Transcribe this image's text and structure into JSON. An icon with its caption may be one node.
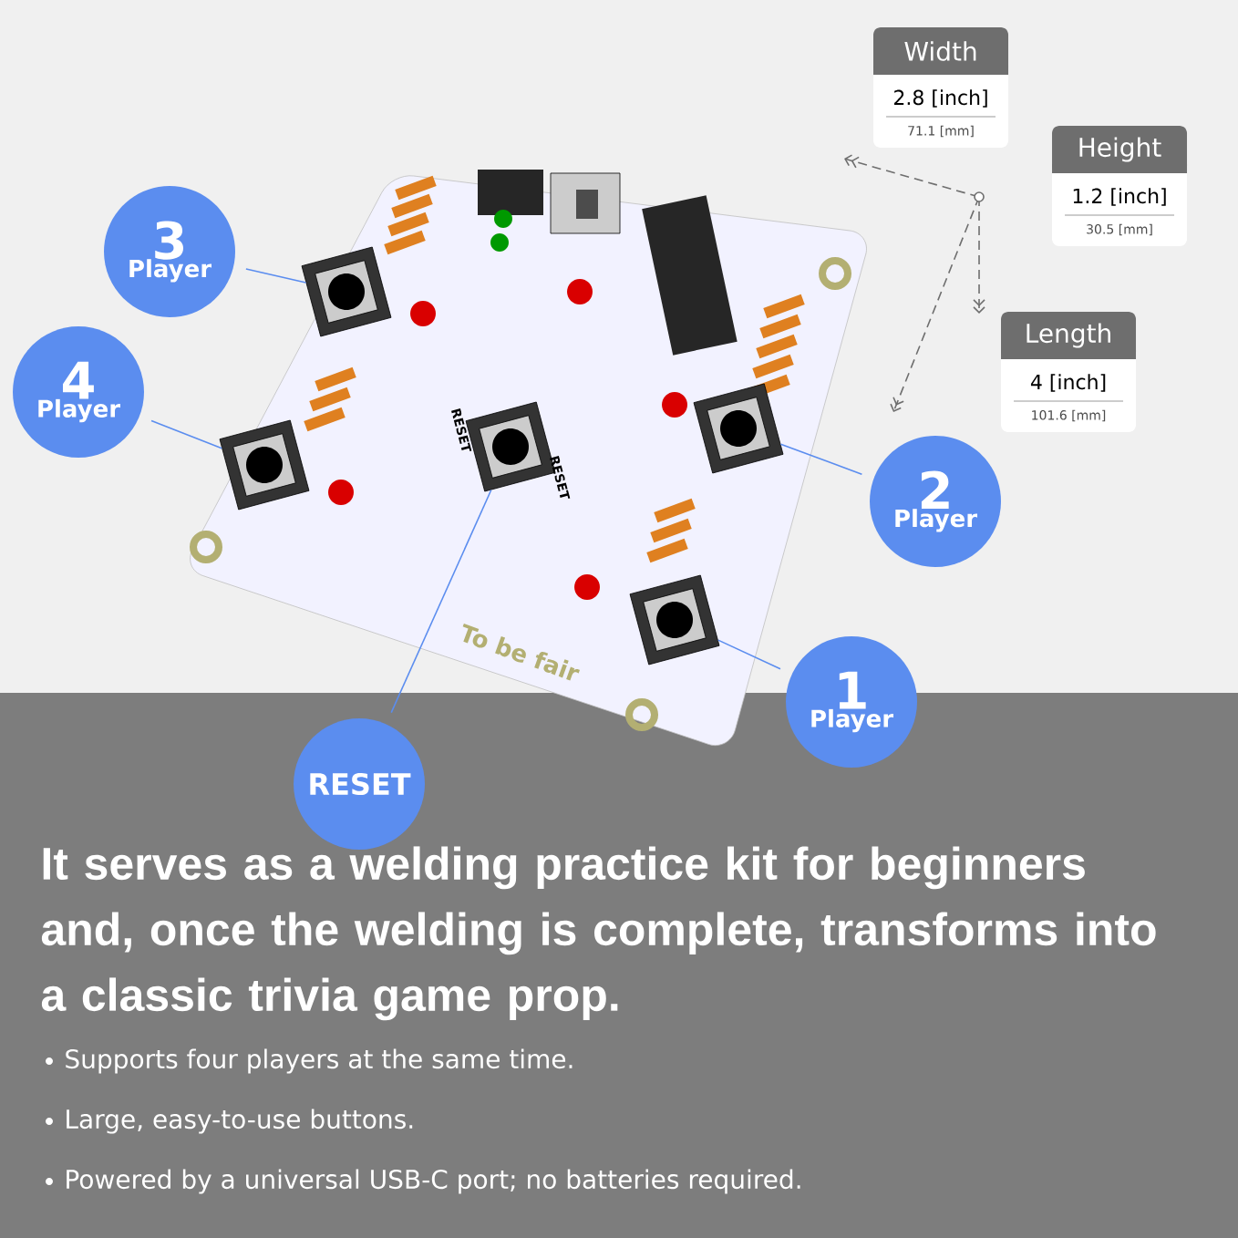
{
  "diagram": {
    "nodes": [
      {
        "text": [
          "Width",
          "2.8 [inch]",
          "71.1 [mm]"
        ]
      },
      {
        "text": [
          "Height",
          "1.2 [inch]",
          "30.5 [mm]"
        ]
      },
      {
        "text": [
          "Length",
          "4 [inch]",
          "101.6 [mm]"
        ]
      },
      {
        "text": [
          "3",
          "Player"
        ]
      },
      {
        "text": [
          "4",
          "Player"
        ]
      },
      {
        "text": [
          "2",
          "Player"
        ]
      },
      {
        "text": [
          "1",
          "Player"
        ]
      },
      {
        "text": [
          "RESET"
        ]
      },
      {
        "text": [],
        "shape": "picture"
      },
      {
        "text": [],
        "shape": "box",
        "in": 8
      },
      {
        "text": [],
        "shape": "box",
        "in": 8
      },
      {
        "text": [],
        "shape": "box",
        "in": 8
      },
      {
        "text": [],
        "shape": "box",
        "in": 8
      },
      {
        "text": [],
        "shape": "box",
        "in": 8
      }
    ],
    "edges": [
      {
        "from": 3,
        "to": 10,
        "arrow": "none"
      },
      {
        "from": 4,
        "to": 9,
        "arrow": "none"
      },
      {
        "from": 5,
        "to": 13,
        "arrow": "none"
      },
      {
        "from": 6,
        "to": 12,
        "arrow": "none"
      },
      {
        "from": 7,
        "to": 11,
        "arrow": "none"
      }
    ],
    "labels": [
      "To be fair",
      "RESET",
      "RESET",
      "It serves as a welding practice kit for beginners and, once the welding is complete, transforms into a classic trivia game prop.",
      "Supports four players at the same time.",
      "Large, easy-to-use buttons.",
      "Powered by a universal USB-C port; no batteries required."
    ]
  }
}
